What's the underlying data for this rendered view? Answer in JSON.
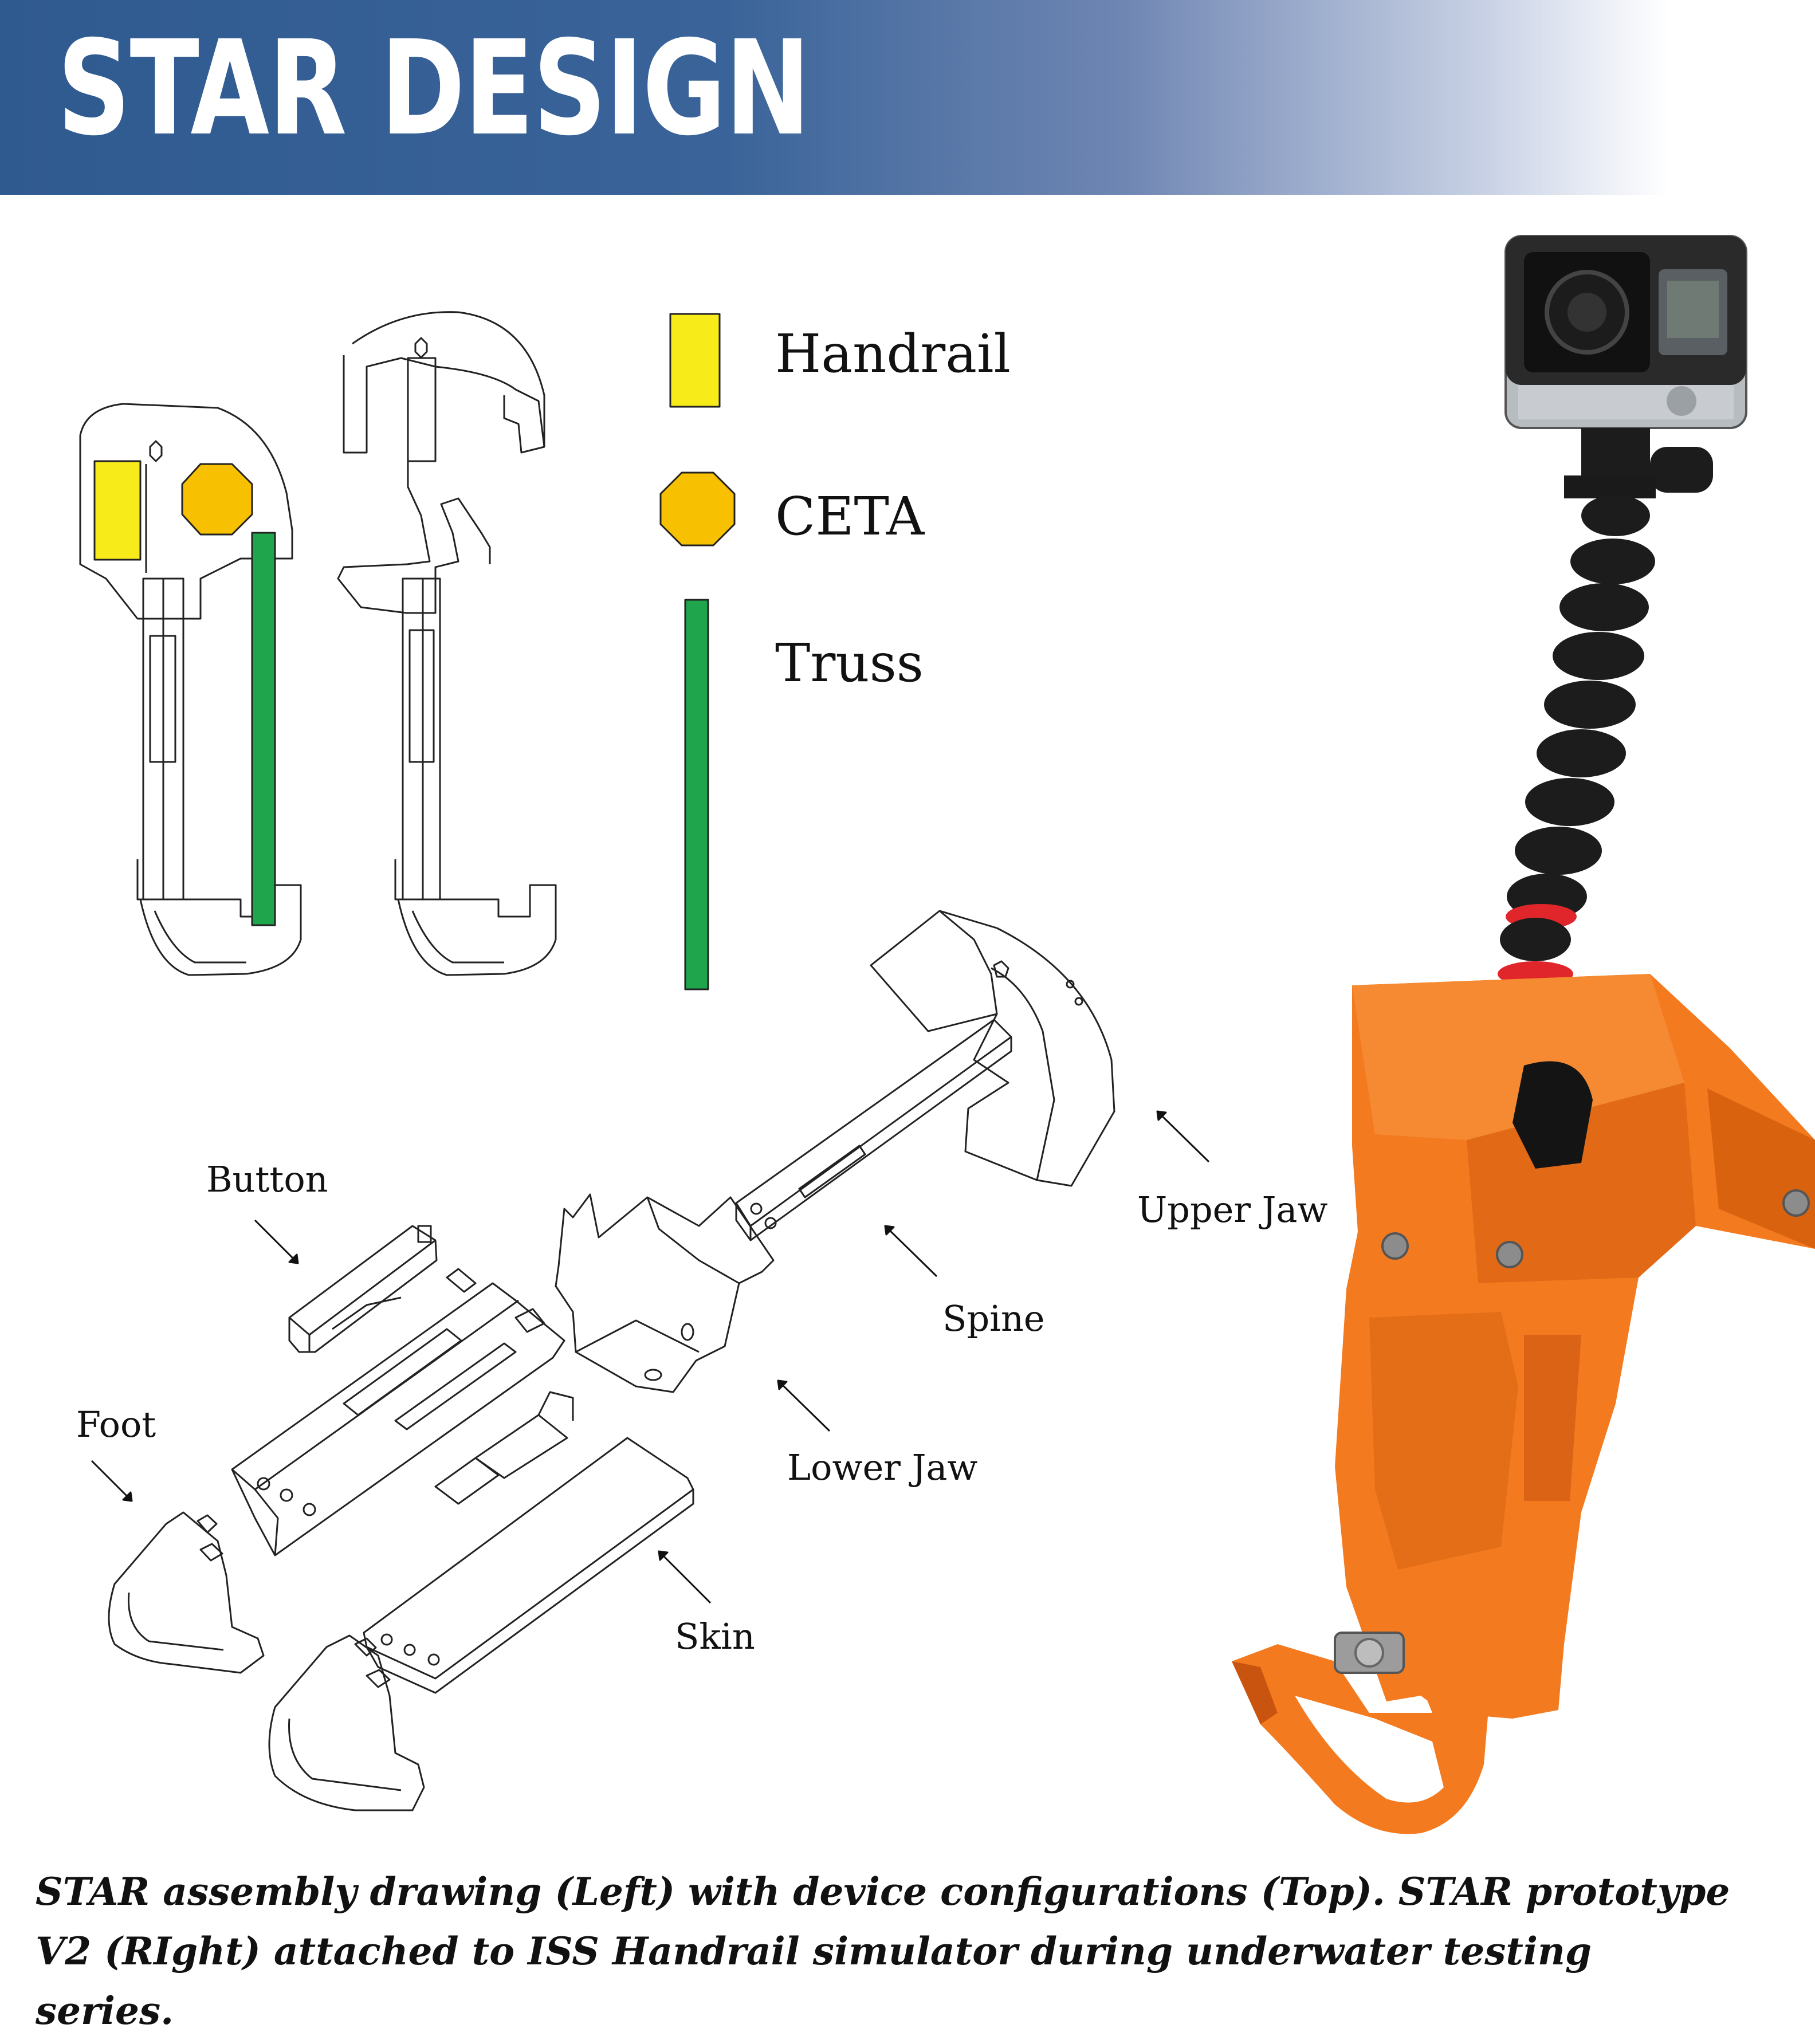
{
  "header": {
    "title": "STAR DESIGN"
  },
  "legend": {
    "items": [
      {
        "label": "Handrail",
        "color": "#f7ec1a",
        "icon": "yellow-rectangle"
      },
      {
        "label": "CETA",
        "color": "#f7c000",
        "icon": "orange-octagon"
      },
      {
        "label": "Truss",
        "color": "#1fa64c",
        "icon": "green-bar"
      }
    ]
  },
  "assembly": {
    "labels": {
      "button": "Button",
      "upper_jaw": "Upper Jaw",
      "spine": "Spine",
      "foot": "Foot",
      "lower_jaw": "Lower Jaw",
      "skin": "Skin"
    }
  },
  "photo": {
    "colors": {
      "body": "#f47a20",
      "shadow": "#c9540f",
      "camera": "#2a2a2a",
      "mount": "#1c1c1c",
      "ring": "#e0262a"
    }
  },
  "caption": {
    "text": "STAR assembly drawing (Left) with device configurations (Top). STAR prototype V2 (RIght) attached to ISS Handrail simulator during underwater testing series."
  }
}
